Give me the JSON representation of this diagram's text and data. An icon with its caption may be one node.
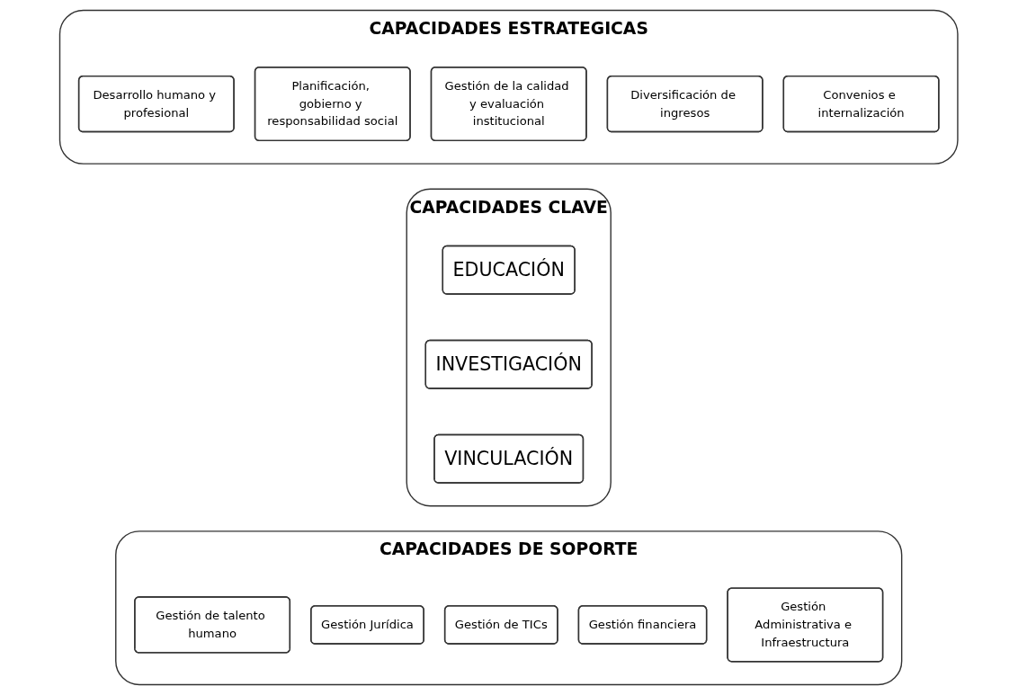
{
  "diagram": {
    "nodes": [
      {
        "text": [
          "CAPACIDADES ESTRATEGICAS"
        ]
      },
      {
        "text": [
          "Desarrollo humano y profesional"
        ],
        "in": 0
      },
      {
        "text": [
          "Planificación, gobierno y responsabilidad social"
        ],
        "in": 0
      },
      {
        "text": [
          "Gestión de la calidad y evaluación institucional"
        ],
        "in": 0
      },
      {
        "text": [
          "Diversificación de ingresos"
        ],
        "in": 0
      },
      {
        "text": [
          "Convenios e internalización"
        ],
        "in": 0
      },
      {
        "text": [
          "CAPACIDADES CLAVE"
        ]
      },
      {
        "text": [
          "EDUCACIÓN"
        ],
        "in": 6
      },
      {
        "text": [
          "INVESTIGACIÓN"
        ],
        "in": 6
      },
      {
        "text": [
          "VINCULACIÓN"
        ],
        "in": 6
      },
      {
        "text": [
          "CAPACIDADES DE SOPORTE"
        ]
      },
      {
        "text": [
          "Gestión de talento humano"
        ],
        "in": 10
      },
      {
        "text": [
          "Gestión Jurídica"
        ],
        "in": 10
      },
      {
        "text": [
          "Gestión de TICs"
        ],
        "in": 10
      },
      {
        "text": [
          "Gestión financiera"
        ],
        "in": 10
      },
      {
        "text": [
          "Gestión Administrativa e Infraestructura"
        ],
        "in": 10
      }
    ],
    "edges": []
  }
}
